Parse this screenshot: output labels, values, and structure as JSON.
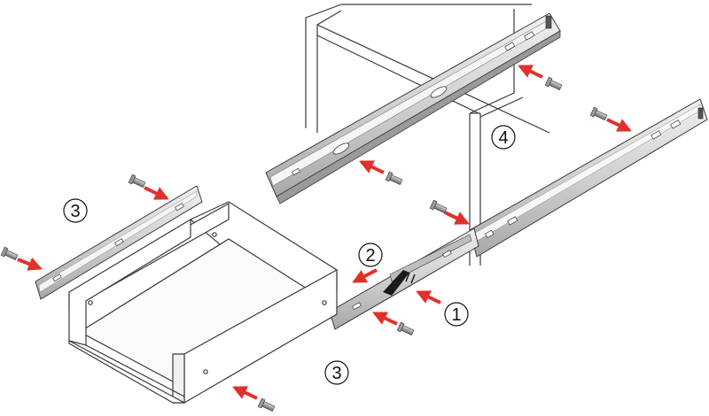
{
  "colors": {
    "line": "#3a3a3a",
    "rail_light": "#e2e2e2",
    "rail_mid": "#c9c9c9",
    "rail_dark": "#9e9e9e",
    "arrow": "#e0312b",
    "wood": "#ffffff"
  },
  "callouts": {
    "step_1": "1",
    "step_2": "2",
    "step_3_left_rail": "3",
    "step_3_drawer": "3",
    "step_4": "4"
  }
}
